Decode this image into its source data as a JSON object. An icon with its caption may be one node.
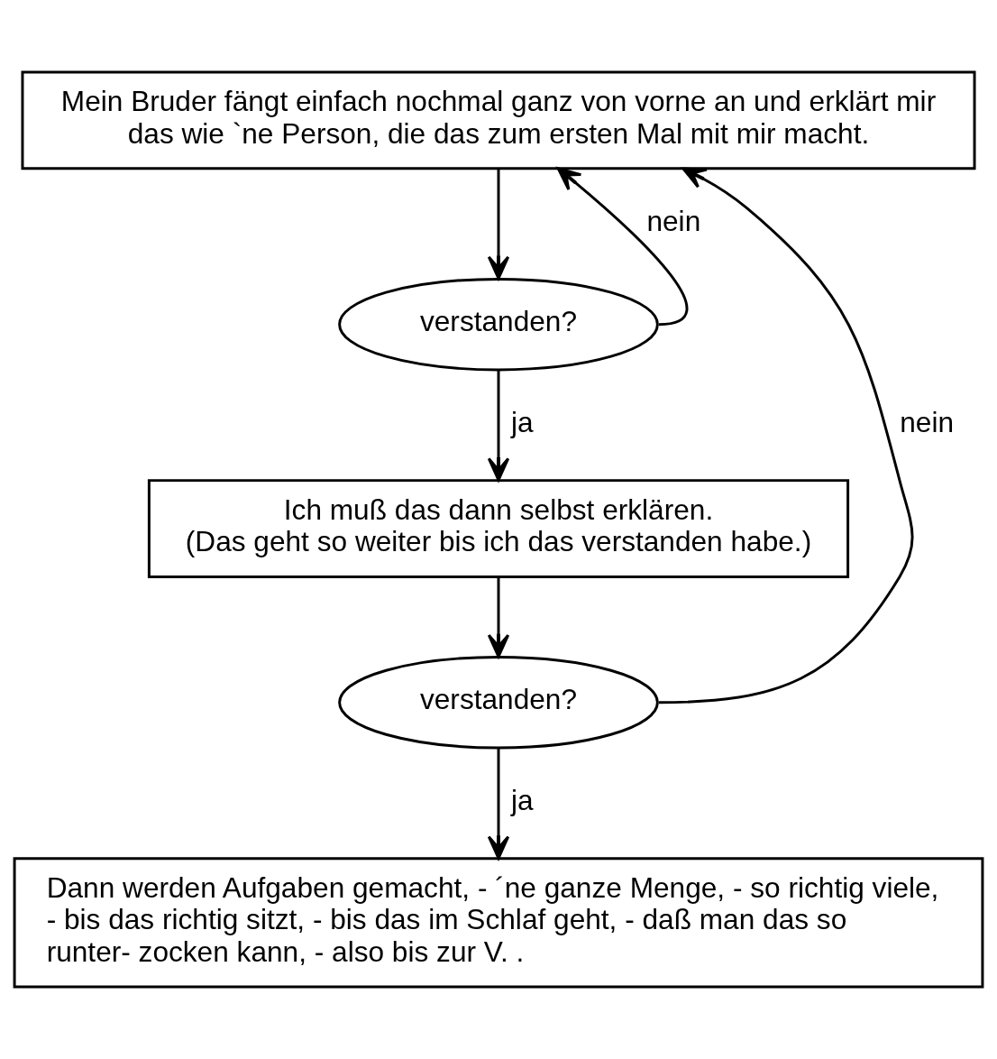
{
  "diagram": {
    "nodes": [
      {
        "text": [
          "Mein Bruder fängt einfach nochmal ganz von vorne an und erklärt mir das wie `ne Person, die das zum ersten Mal mit mir macht."
        ]
      },
      {
        "text": [
          "verstanden?"
        ]
      },
      {
        "text": [
          "Ich muß das dann selbst erklären.",
          "(Das geht so weiter bis ich das verstanden habe.)"
        ]
      },
      {
        "text": [
          "verstanden?"
        ]
      },
      {
        "text": [
          "Dann werden Aufgaben gemacht, - ´ne ganze Menge, - so richtig viele, - bis das richtig sitzt, - bis das im Schlaf geht, - daß man das so runter- zocken kann, - also bis zur V. ."
        ]
      }
    ],
    "edges": [
      {
        "from": 0,
        "to": 1,
        "arrow": "to"
      },
      {
        "from": 1,
        "to": 0,
        "arrow": "to",
        "label": "nein"
      },
      {
        "from": 1,
        "to": 2,
        "arrow": "to",
        "label": "ja"
      },
      {
        "from": 2,
        "to": 3,
        "arrow": "to"
      },
      {
        "from": 3,
        "to": 0,
        "arrow": "to",
        "label": "nein"
      },
      {
        "from": 3,
        "to": 4,
        "arrow": "to",
        "label": "ja"
      }
    ]
  }
}
